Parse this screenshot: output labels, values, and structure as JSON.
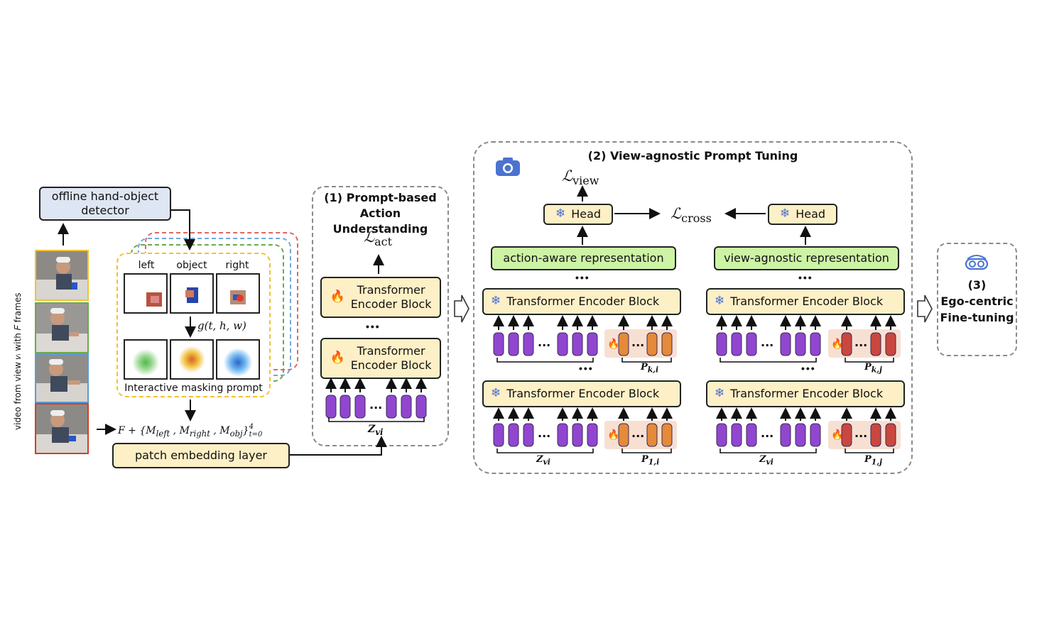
{
  "detector": {
    "label": "offline hand-object detector"
  },
  "video_caption": "video from view 𝑣ᵢ with 𝐹 frames",
  "mask_columns": [
    "left",
    "object",
    "right"
  ],
  "gaussian_fn": "g(t, h, w)",
  "interactive_label": "Interactive masking prompt",
  "formula": "F + {M_left , M_right , M_obj}⁴ₜ₌₀",
  "formula_parts": {
    "f": "F +",
    "set": "{M",
    "left": "left",
    "comma1": " , M",
    "right": "right",
    "comma2": " , M",
    "obj": "obj",
    "close": "}",
    "sup": "4",
    "sub": "t=0"
  },
  "patch_embedding": "patch embedding layer",
  "stage1": {
    "title_line1": "(1) Prompt-based",
    "title_line2": "Action Understanding",
    "loss": "ℒ",
    "loss_sub": "act",
    "block_line1": "Transformer",
    "block_line2": "Encoder Block",
    "tokens_label": "Z",
    "tokens_sub": "vi"
  },
  "stage2": {
    "title": "(2) View-agnostic Prompt Tuning",
    "loss_view": "ℒ",
    "loss_view_sub": "view",
    "loss_cross": "ℒ",
    "loss_cross_sub": "cross",
    "head_label": "Head",
    "action_rep": "action-aware representation",
    "view_rep": "view-agnostic representation",
    "block_label": "Transformer Encoder Block",
    "z_label": "Z",
    "z_sub": "vi",
    "p_left_top": "P",
    "p_left_top_sub": "k,i",
    "p_left_bottom": "P",
    "p_left_bottom_sub": "1,i",
    "p_right_top": "P",
    "p_right_top_sub": "k,j",
    "p_right_bottom": "P",
    "p_right_bottom_sub": "1,j"
  },
  "stage3": {
    "line1": "(3)",
    "line2": "Ego-centric",
    "line3": "Fine-tuning"
  },
  "ellipsis": "•••",
  "token_dots": "···",
  "icons": {
    "freeze": "snowflake-icon",
    "tune": "flame-icon",
    "camera": "camera-icon",
    "vr": "vr-headset-icon"
  },
  "colors": {
    "block": "#fdf0c6",
    "detector": "#dfe6f3",
    "representation": "#cdf3a5",
    "token_purple": "#9146d0",
    "token_orange": "#e48a3a",
    "token_red": "#c9473e",
    "prompt_bg": "#f7e0d2",
    "frame_borders": [
      "#f1c232",
      "#6aa84f",
      "#5b9bd5",
      "#cc4125"
    ]
  }
}
